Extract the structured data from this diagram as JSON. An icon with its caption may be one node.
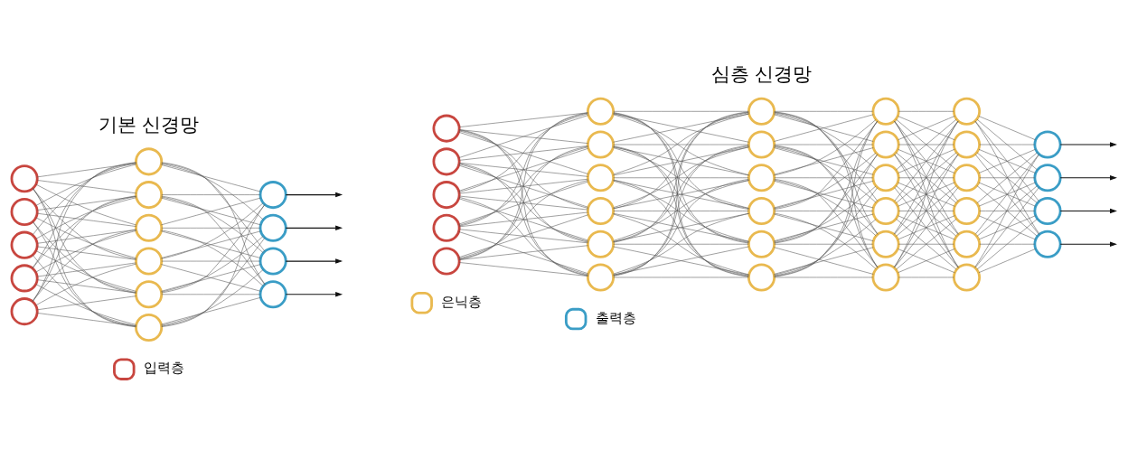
{
  "diagram": {
    "nodes": [
      {
        "text": [],
        "shape": "circle"
      },
      {
        "text": [],
        "shape": "circle"
      },
      {
        "text": [],
        "shape": "circle"
      },
      {
        "text": [],
        "shape": "circle"
      },
      {
        "text": [],
        "shape": "circle"
      },
      {
        "text": [],
        "shape": "circle"
      },
      {
        "text": [],
        "shape": "circle"
      },
      {
        "text": [],
        "shape": "circle"
      },
      {
        "text": [],
        "shape": "circle"
      },
      {
        "text": [],
        "shape": "circle"
      },
      {
        "text": [],
        "shape": "circle"
      },
      {
        "text": [],
        "shape": "circle"
      },
      {
        "text": [],
        "shape": "circle"
      },
      {
        "text": [],
        "shape": "circle"
      },
      {
        "text": [],
        "shape": "circle"
      },
      {
        "text": [],
        "shape": "circle"
      },
      {
        "text": [],
        "shape": "circle"
      },
      {
        "text": [],
        "shape": "circle"
      },
      {
        "text": [],
        "shape": "circle"
      },
      {
        "text": [],
        "shape": "circle"
      },
      {
        "text": [],
        "shape": "circle"
      },
      {
        "text": [],
        "shape": "circle"
      },
      {
        "text": [],
        "shape": "circle"
      },
      {
        "text": [],
        "shape": "circle"
      },
      {
        "text": [],
        "shape": "circle"
      },
      {
        "text": [],
        "shape": "circle"
      },
      {
        "text": [],
        "shape": "circle"
      },
      {
        "text": [],
        "shape": "circle"
      },
      {
        "text": [],
        "shape": "circle"
      },
      {
        "text": [],
        "shape": "circle"
      },
      {
        "text": [],
        "shape": "circle"
      },
      {
        "text": [],
        "shape": "circle"
      },
      {
        "text": [],
        "shape": "circle"
      },
      {
        "text": [],
        "shape": "circle"
      },
      {
        "text": [],
        "shape": "circle"
      },
      {
        "text": [],
        "shape": "circle"
      },
      {
        "text": [],
        "shape": "circle"
      },
      {
        "text": [],
        "shape": "circle"
      },
      {
        "text": [],
        "shape": "circle"
      },
      {
        "text": [],
        "shape": "circle"
      },
      {
        "text": [],
        "shape": "circle"
      },
      {
        "text": [],
        "shape": "circle"
      },
      {
        "text": [],
        "shape": "circle"
      },
      {
        "text": [],
        "shape": "circle"
      },
      {
        "text": [],
        "shape": "circle"
      },
      {
        "text": [],
        "shape": "circle"
      },
      {
        "text": [],
        "shape": "circle"
      },
      {
        "text": [],
        "shape": "circle"
      }
    ],
    "edges": [
      {
        "from": 0,
        "to": 5,
        "arrow": "none"
      },
      {
        "from": 0,
        "to": 6,
        "arrow": "none"
      },
      {
        "from": 0,
        "to": 7,
        "arrow": "none"
      },
      {
        "from": 0,
        "to": 8,
        "arrow": "none"
      },
      {
        "from": 0,
        "to": 9,
        "arrow": "none"
      },
      {
        "from": 0,
        "to": 10,
        "arrow": "none"
      },
      {
        "from": 1,
        "to": 5,
        "arrow": "none"
      },
      {
        "from": 1,
        "to": 6,
        "arrow": "none"
      },
      {
        "from": 1,
        "to": 7,
        "arrow": "none"
      },
      {
        "from": 1,
        "to": 8,
        "arrow": "none"
      },
      {
        "from": 1,
        "to": 9,
        "arrow": "none"
      },
      {
        "from": 1,
        "to": 10,
        "arrow": "none"
      },
      {
        "from": 2,
        "to": 5,
        "arrow": "none"
      },
      {
        "from": 2,
        "to": 6,
        "arrow": "none"
      },
      {
        "from": 2,
        "to": 7,
        "arrow": "none"
      },
      {
        "from": 2,
        "to": 8,
        "arrow": "none"
      },
      {
        "from": 2,
        "to": 9,
        "arrow": "none"
      },
      {
        "from": 2,
        "to": 10,
        "arrow": "none"
      },
      {
        "from": 3,
        "to": 5,
        "arrow": "none"
      },
      {
        "from": 3,
        "to": 6,
        "arrow": "none"
      },
      {
        "from": 3,
        "to": 7,
        "arrow": "none"
      },
      {
        "from": 3,
        "to": 8,
        "arrow": "none"
      },
      {
        "from": 3,
        "to": 9,
        "arrow": "none"
      },
      {
        "from": 3,
        "to": 10,
        "arrow": "none"
      },
      {
        "from": 4,
        "to": 5,
        "arrow": "none"
      },
      {
        "from": 4,
        "to": 6,
        "arrow": "none"
      },
      {
        "from": 4,
        "to": 7,
        "arrow": "none"
      },
      {
        "from": 4,
        "to": 8,
        "arrow": "none"
      },
      {
        "from": 4,
        "to": 9,
        "arrow": "none"
      },
      {
        "from": 4,
        "to": 10,
        "arrow": "none"
      },
      {
        "from": 5,
        "to": 11,
        "arrow": "none"
      },
      {
        "from": 5,
        "to": 12,
        "arrow": "none"
      },
      {
        "from": 5,
        "to": 13,
        "arrow": "none"
      },
      {
        "from": 5,
        "to": 14,
        "arrow": "none"
      },
      {
        "from": 6,
        "to": 11,
        "arrow": "none"
      },
      {
        "from": 6,
        "to": 12,
        "arrow": "none"
      },
      {
        "from": 6,
        "to": 13,
        "arrow": "none"
      },
      {
        "from": 6,
        "to": 14,
        "arrow": "none"
      },
      {
        "from": 7,
        "to": 11,
        "arrow": "none"
      },
      {
        "from": 7,
        "to": 12,
        "arrow": "none"
      },
      {
        "from": 7,
        "to": 13,
        "arrow": "none"
      },
      {
        "from": 7,
        "to": 14,
        "arrow": "none"
      },
      {
        "from": 8,
        "to": 11,
        "arrow": "none"
      },
      {
        "from": 8,
        "to": 12,
        "arrow": "none"
      },
      {
        "from": 8,
        "to": 13,
        "arrow": "none"
      },
      {
        "from": 8,
        "to": 14,
        "arrow": "none"
      },
      {
        "from": 9,
        "to": 11,
        "arrow": "none"
      },
      {
        "from": 9,
        "to": 12,
        "arrow": "none"
      },
      {
        "from": 9,
        "to": 13,
        "arrow": "none"
      },
      {
        "from": 9,
        "to": 14,
        "arrow": "none"
      },
      {
        "from": 10,
        "to": 11,
        "arrow": "none"
      },
      {
        "from": 10,
        "to": 12,
        "arrow": "none"
      },
      {
        "from": 10,
        "to": 13,
        "arrow": "none"
      },
      {
        "from": 10,
        "to": 14,
        "arrow": "none"
      },
      {
        "from": 11,
        "to": null,
        "arrow": "to",
        "color": "#111111"
      },
      {
        "from": 12,
        "to": null,
        "arrow": "to",
        "color": "#111111"
      },
      {
        "from": 13,
        "to": null,
        "arrow": "to",
        "color": "#111111"
      },
      {
        "from": 14,
        "to": null,
        "arrow": "to",
        "color": "#111111"
      },
      {
        "from": 15,
        "to": 20,
        "arrow": "none"
      },
      {
        "from": 15,
        "to": 21,
        "arrow": "none"
      },
      {
        "from": 15,
        "to": 22,
        "arrow": "none"
      },
      {
        "from": 15,
        "to": 23,
        "arrow": "none"
      },
      {
        "from": 15,
        "to": 24,
        "arrow": "none"
      },
      {
        "from": 15,
        "to": 25,
        "arrow": "none"
      },
      {
        "from": 16,
        "to": 20,
        "arrow": "none"
      },
      {
        "from": 16,
        "to": 21,
        "arrow": "none"
      },
      {
        "from": 16,
        "to": 22,
        "arrow": "none"
      },
      {
        "from": 16,
        "to": 23,
        "arrow": "none"
      },
      {
        "from": 16,
        "to": 24,
        "arrow": "none"
      },
      {
        "from": 16,
        "to": 25,
        "arrow": "none"
      },
      {
        "from": 17,
        "to": 20,
        "arrow": "none"
      },
      {
        "from": 17,
        "to": 21,
        "arrow": "none"
      },
      {
        "from": 17,
        "to": 22,
        "arrow": "none"
      },
      {
        "from": 17,
        "to": 23,
        "arrow": "none"
      },
      {
        "from": 17,
        "to": 24,
        "arrow": "none"
      },
      {
        "from": 17,
        "to": 25,
        "arrow": "none"
      },
      {
        "from": 18,
        "to": 20,
        "arrow": "none"
      },
      {
        "from": 18,
        "to": 21,
        "arrow": "none"
      },
      {
        "from": 18,
        "to": 22,
        "arrow": "none"
      },
      {
        "from": 18,
        "to": 23,
        "arrow": "none"
      },
      {
        "from": 18,
        "to": 24,
        "arrow": "none"
      },
      {
        "from": 18,
        "to": 25,
        "arrow": "none"
      },
      {
        "from": 19,
        "to": 20,
        "arrow": "none"
      },
      {
        "from": 19,
        "to": 21,
        "arrow": "none"
      },
      {
        "from": 19,
        "to": 22,
        "arrow": "none"
      },
      {
        "from": 19,
        "to": 23,
        "arrow": "none"
      },
      {
        "from": 19,
        "to": 24,
        "arrow": "none"
      },
      {
        "from": 19,
        "to": 25,
        "arrow": "none"
      },
      {
        "from": 20,
        "to": 26,
        "arrow": "none"
      },
      {
        "from": 20,
        "to": 27,
        "arrow": "none"
      },
      {
        "from": 20,
        "to": 28,
        "arrow": "none"
      },
      {
        "from": 20,
        "to": 29,
        "arrow": "none"
      },
      {
        "from": 20,
        "to": 30,
        "arrow": "none"
      },
      {
        "from": 20,
        "to": 31,
        "arrow": "none"
      },
      {
        "from": 21,
        "to": 26,
        "arrow": "none"
      },
      {
        "from": 21,
        "to": 27,
        "arrow": "none"
      },
      {
        "from": 21,
        "to": 28,
        "arrow": "none"
      },
      {
        "from": 21,
        "to": 29,
        "arrow": "none"
      },
      {
        "from": 21,
        "to": 30,
        "arrow": "none"
      },
      {
        "from": 21,
        "to": 31,
        "arrow": "none"
      },
      {
        "from": 22,
        "to": 26,
        "arrow": "none"
      },
      {
        "from": 22,
        "to": 27,
        "arrow": "none"
      },
      {
        "from": 22,
        "to": 28,
        "arrow": "none"
      },
      {
        "from": 22,
        "to": 29,
        "arrow": "none"
      },
      {
        "from": 22,
        "to": 30,
        "arrow": "none"
      },
      {
        "from": 22,
        "to": 31,
        "arrow": "none"
      },
      {
        "from": 23,
        "to": 26,
        "arrow": "none"
      },
      {
        "from": 23,
        "to": 27,
        "arrow": "none"
      },
      {
        "from": 23,
        "to": 28,
        "arrow": "none"
      },
      {
        "from": 23,
        "to": 29,
        "arrow": "none"
      },
      {
        "from": 23,
        "to": 30,
        "arrow": "none"
      },
      {
        "from": 23,
        "to": 31,
        "arrow": "none"
      },
      {
        "from": 24,
        "to": 26,
        "arrow": "none"
      },
      {
        "from": 24,
        "to": 27,
        "arrow": "none"
      },
      {
        "from": 24,
        "to": 28,
        "arrow": "none"
      },
      {
        "from": 24,
        "to": 29,
        "arrow": "none"
      },
      {
        "from": 24,
        "to": 30,
        "arrow": "none"
      },
      {
        "from": 24,
        "to": 31,
        "arrow": "none"
      },
      {
        "from": 25,
        "to": 26,
        "arrow": "none"
      },
      {
        "from": 25,
        "to": 27,
        "arrow": "none"
      },
      {
        "from": 25,
        "to": 28,
        "arrow": "none"
      },
      {
        "from": 25,
        "to": 29,
        "arrow": "none"
      },
      {
        "from": 25,
        "to": 30,
        "arrow": "none"
      },
      {
        "from": 25,
        "to": 31,
        "arrow": "none"
      },
      {
        "from": 26,
        "to": 32,
        "arrow": "none"
      },
      {
        "from": 26,
        "to": 33,
        "arrow": "none"
      },
      {
        "from": 26,
        "to": 34,
        "arrow": "none"
      },
      {
        "from": 26,
        "to": 35,
        "arrow": "none"
      },
      {
        "from": 26,
        "to": 36,
        "arrow": "none"
      },
      {
        "from": 26,
        "to": 37,
        "arrow": "none"
      },
      {
        "from": 27,
        "to": 32,
        "arrow": "none"
      },
      {
        "from": 27,
        "to": 33,
        "arrow": "none"
      },
      {
        "from": 27,
        "to": 34,
        "arrow": "none"
      },
      {
        "from": 27,
        "to": 35,
        "arrow": "none"
      },
      {
        "from": 27,
        "to": 36,
        "arrow": "none"
      },
      {
        "from": 27,
        "to": 37,
        "arrow": "none"
      },
      {
        "from": 28,
        "to": 32,
        "arrow": "none"
      },
      {
        "from": 28,
        "to": 33,
        "arrow": "none"
      },
      {
        "from": 28,
        "to": 34,
        "arrow": "none"
      },
      {
        "from": 28,
        "to": 35,
        "arrow": "none"
      },
      {
        "from": 28,
        "to": 36,
        "arrow": "none"
      },
      {
        "from": 28,
        "to": 37,
        "arrow": "none"
      },
      {
        "from": 29,
        "to": 32,
        "arrow": "none"
      },
      {
        "from": 29,
        "to": 33,
        "arrow": "none"
      },
      {
        "from": 29,
        "to": 34,
        "arrow": "none"
      },
      {
        "from": 29,
        "to": 35,
        "arrow": "none"
      },
      {
        "from": 29,
        "to": 36,
        "arrow": "none"
      },
      {
        "from": 29,
        "to": 37,
        "arrow": "none"
      },
      {
        "from": 30,
        "to": 32,
        "arrow": "none"
      },
      {
        "from": 30,
        "to": 33,
        "arrow": "none"
      },
      {
        "from": 30,
        "to": 34,
        "arrow": "none"
      },
      {
        "from": 30,
        "to": 35,
        "arrow": "none"
      },
      {
        "from": 30,
        "to": 36,
        "arrow": "none"
      },
      {
        "from": 30,
        "to": 37,
        "arrow": "none"
      },
      {
        "from": 31,
        "to": 32,
        "arrow": "none"
      },
      {
        "from": 31,
        "to": 33,
        "arrow": "none"
      },
      {
        "from": 31,
        "to": 34,
        "arrow": "none"
      },
      {
        "from": 31,
        "to": 35,
        "arrow": "none"
      },
      {
        "from": 31,
        "to": 36,
        "arrow": "none"
      },
      {
        "from": 31,
        "to": 37,
        "arrow": "none"
      },
      {
        "from": 32,
        "to": 38,
        "arrow": "none"
      },
      {
        "from": 32,
        "to": 39,
        "arrow": "none"
      },
      {
        "from": 32,
        "to": 40,
        "arrow": "none"
      },
      {
        "from": 32,
        "to": 41,
        "arrow": "none"
      },
      {
        "from": 32,
        "to": 42,
        "arrow": "none"
      },
      {
        "from": 32,
        "to": 43,
        "arrow": "none"
      },
      {
        "from": 33,
        "to": 38,
        "arrow": "none"
      },
      {
        "from": 33,
        "to": 39,
        "arrow": "none"
      },
      {
        "from": 33,
        "to": 40,
        "arrow": "none"
      },
      {
        "from": 33,
        "to": 41,
        "arrow": "none"
      },
      {
        "from": 33,
        "to": 42,
        "arrow": "none"
      },
      {
        "from": 33,
        "to": 43,
        "arrow": "none"
      },
      {
        "from": 34,
        "to": 38,
        "arrow": "none"
      },
      {
        "from": 34,
        "to": 39,
        "arrow": "none"
      },
      {
        "from": 34,
        "to": 40,
        "arrow": "none"
      },
      {
        "from": 34,
        "to": 41,
        "arrow": "none"
      },
      {
        "from": 34,
        "to": 42,
        "arrow": "none"
      },
      {
        "from": 34,
        "to": 43,
        "arrow": "none"
      },
      {
        "from": 35,
        "to": 38,
        "arrow": "none"
      },
      {
        "from": 35,
        "to": 39,
        "arrow": "none"
      },
      {
        "from": 35,
        "to": 40,
        "arrow": "none"
      },
      {
        "from": 35,
        "to": 41,
        "arrow": "none"
      },
      {
        "from": 35,
        "to": 42,
        "arrow": "none"
      },
      {
        "from": 35,
        "to": 43,
        "arrow": "none"
      },
      {
        "from": 36,
        "to": 38,
        "arrow": "none"
      },
      {
        "from": 36,
        "to": 39,
        "arrow": "none"
      },
      {
        "from": 36,
        "to": 40,
        "arrow": "none"
      },
      {
        "from": 36,
        "to": 41,
        "arrow": "none"
      },
      {
        "from": 36,
        "to": 42,
        "arrow": "none"
      },
      {
        "from": 36,
        "to": 43,
        "arrow": "none"
      },
      {
        "from": 37,
        "to": 38,
        "arrow": "none"
      },
      {
        "from": 37,
        "to": 39,
        "arrow": "none"
      },
      {
        "from": 37,
        "to": 40,
        "arrow": "none"
      },
      {
        "from": 37,
        "to": 41,
        "arrow": "none"
      },
      {
        "from": 37,
        "to": 42,
        "arrow": "none"
      },
      {
        "from": 37,
        "to": 43,
        "arrow": "none"
      },
      {
        "from": 38,
        "to": 44,
        "arrow": "none"
      },
      {
        "from": 38,
        "to": 45,
        "arrow": "none"
      },
      {
        "from": 38,
        "to": 46,
        "arrow": "none"
      },
      {
        "from": 38,
        "to": 47,
        "arrow": "none"
      },
      {
        "from": 39,
        "to": 44,
        "arrow": "none"
      },
      {
        "from": 39,
        "to": 45,
        "arrow": "none"
      },
      {
        "from": 39,
        "to": 46,
        "arrow": "none"
      },
      {
        "from": 39,
        "to": 47,
        "arrow": "none"
      },
      {
        "from": 40,
        "to": 44,
        "arrow": "none"
      },
      {
        "from": 40,
        "to": 45,
        "arrow": "none"
      },
      {
        "from": 40,
        "to": 46,
        "arrow": "none"
      },
      {
        "from": 40,
        "to": 47,
        "arrow": "none"
      },
      {
        "from": 41,
        "to": 44,
        "arrow": "none"
      },
      {
        "from": 41,
        "to": 45,
        "arrow": "none"
      },
      {
        "from": 41,
        "to": 46,
        "arrow": "none"
      },
      {
        "from": 41,
        "to": 47,
        "arrow": "none"
      },
      {
        "from": 42,
        "to": 44,
        "arrow": "none"
      },
      {
        "from": 42,
        "to": 45,
        "arrow": "none"
      },
      {
        "from": 42,
        "to": 46,
        "arrow": "none"
      },
      {
        "from": 42,
        "to": 47,
        "arrow": "none"
      },
      {
        "from": 43,
        "to": 44,
        "arrow": "none"
      },
      {
        "from": 43,
        "to": 45,
        "arrow": "none"
      },
      {
        "from": 43,
        "to": 46,
        "arrow": "none"
      },
      {
        "from": 43,
        "to": 47,
        "arrow": "none"
      },
      {
        "from": 44,
        "to": null,
        "arrow": "to",
        "color": "#111111"
      },
      {
        "from": 45,
        "to": null,
        "arrow": "to",
        "color": "#111111"
      },
      {
        "from": 46,
        "to": null,
        "arrow": "to",
        "color": "#111111"
      },
      {
        "from": 47,
        "to": null,
        "arrow": "to",
        "color": "#111111"
      }
    ],
    "labels": [
      "기본 신경망",
      "심층 신경망"
    ],
    "legend": [
      {
        "text": "입력층",
        "color": "#c8463f"
      },
      {
        "text": "은닉층",
        "color": "#e9b94f"
      },
      {
        "text": "출력층",
        "color": "#3a9dc6"
      }
    ]
  }
}
